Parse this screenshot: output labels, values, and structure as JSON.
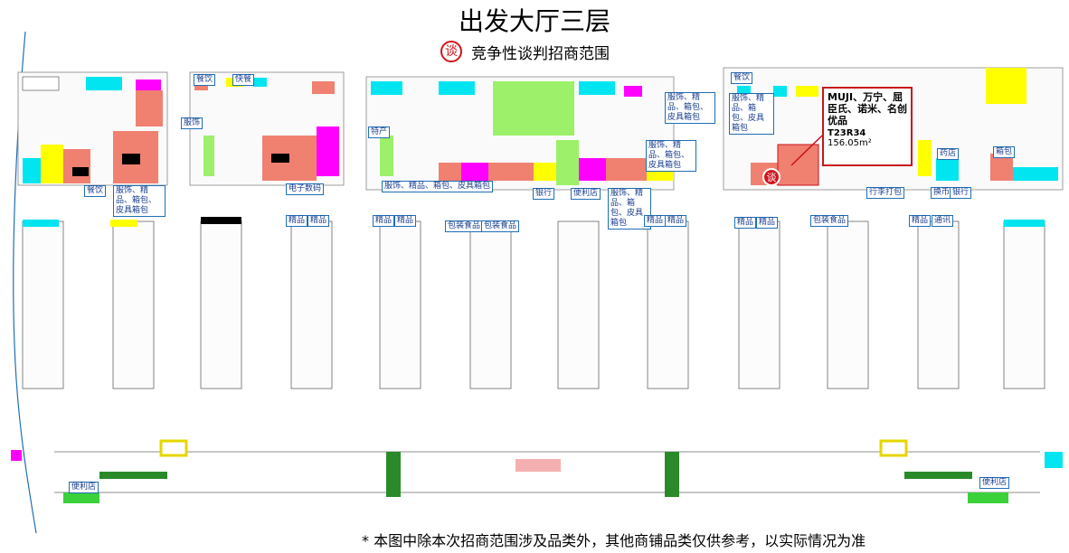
{
  "title": "出发大厅三层",
  "legend": {
    "icon": "negotiation-mark-icon",
    "icon_glyph": "谈",
    "text": "竞争性谈判招商范围"
  },
  "callout": {
    "brands": "MUJI、万宁、屈臣氏、诺米、名创优品",
    "code": "T23R34",
    "area": "156.05m²"
  },
  "footnote": "* 本图中除本次招商范围涉及品类外，其他商铺品类仅供参考，以实际情况为准",
  "labels": {
    "cangying": "餐饮",
    "kuaican": "快餐",
    "fushi": "服饰",
    "fushi_jingpin_a": "服饰、精品、箱包、皮具箱包",
    "cangying_b": "餐饮",
    "dianzi": "电子数码",
    "techan": "特产",
    "long_row": "服饰、精品、箱包、皮具箱包",
    "yinhang": "银行",
    "bianlidian": "便利店",
    "fushi_jingpin_b": "服饰、精品、箱包、皮具箱包",
    "fushi_jingpin_c": "服饰、精品、箱包、皮具箱包",
    "fushi_jingpin_d": "服饰、精品、箱包、皮具箱包",
    "cangying_c": "餐饮",
    "fushi_jingpin_e": "服饰、精品、箱包、皮具箱包",
    "yaodian": "药店",
    "xiangbao": "箱包",
    "xinglidabao": "行李打包",
    "huanqian": "换币",
    "yinhang_b": "银行",
    "jingpin": "精品",
    "baozhuangshipin": "包装食品",
    "tongxun": "通讯",
    "bianlidian_b": "便利店",
    "bianlidian_c": "便利店"
  },
  "colors": {
    "salmon": "#f08070",
    "yellow": "#ffff00",
    "cyan": "#00e5f0",
    "green": "#9cf06a",
    "magenta": "#ff00ff",
    "black": "#000000",
    "red": "#d0141c",
    "blue": "#1f6fb5"
  }
}
